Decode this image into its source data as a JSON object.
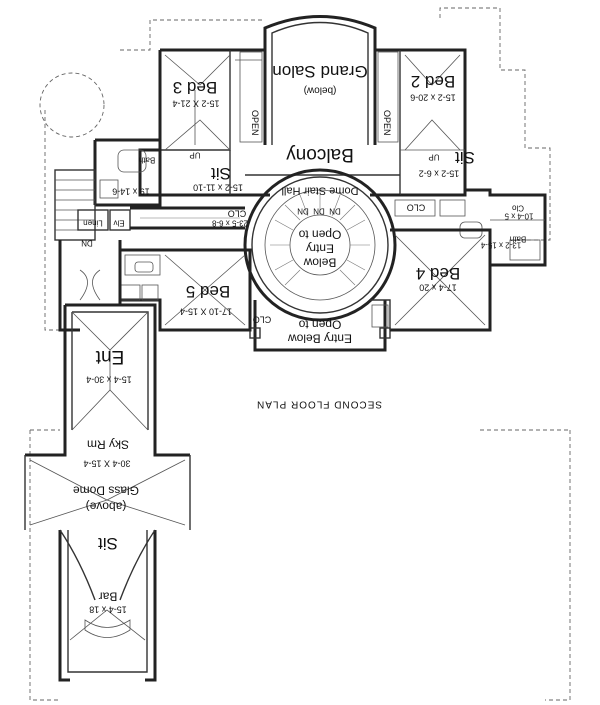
{
  "plan": {
    "title": "SECOND FLOOR PLAN",
    "rooms": {
      "grand_salon": {
        "name": "Grand Salon",
        "note": "(below)"
      },
      "balcony": {
        "name": "Balcony"
      },
      "bed2": {
        "name": "Bed 2",
        "dim": "15-2 x 20-6"
      },
      "bed3": {
        "name": "Bed 3",
        "dim": "15-2 X 21-4"
      },
      "sit_left": {
        "name": "Sit",
        "dim": "15-2 x 11-10"
      },
      "sit_right": {
        "name": "Sit",
        "dim": "15-2 x 6-2"
      },
      "dome_stair_hall": {
        "name": "Dome Stair Hall"
      },
      "open_entry_top": {
        "line1": "Open to",
        "line2": "Entry",
        "line3": "Below"
      },
      "open_entry_bottom": {
        "line1": "Open to",
        "line2": "Entry Below"
      },
      "bed4": {
        "name": "Bed 4",
        "dim": "17-4 x 20"
      },
      "bed5": {
        "name": "Bed 5",
        "dim": "17-10 X 15-4"
      },
      "clo_hall": {
        "name": "CLO",
        "dim": "23-5 x 6-8"
      },
      "clo_bed5": {
        "name": "CLO"
      },
      "clo_bed4": {
        "name": "CLO"
      },
      "ent": {
        "name": "Ent",
        "dim": "15-4 x 30-4"
      },
      "sky_rm": {
        "name": "Sky Rm",
        "dim": "30-4 X 15-4"
      },
      "glass_dome": {
        "name": "Glass Dome",
        "note": "(above)"
      },
      "sit_lower": {
        "name": "Sit"
      },
      "bar": {
        "name": "Bar",
        "dim": "15-4 x 18"
      },
      "bath_left": {
        "name": "Bath",
        "dim": "19 x 14-6"
      },
      "bath_right": {
        "name": "Bath",
        "dim": "13-2 x 15-4"
      },
      "clo_right": {
        "name": "Clo",
        "dim": "10-4 x 5"
      },
      "linen": {
        "name": "Linen"
      },
      "elv": {
        "name": "Elv"
      }
    },
    "markers": {
      "open_left": "OPEN",
      "open_right": "OPEN",
      "dn1": "DN",
      "dn2": "DN",
      "dn3": "DN",
      "dn_left": "DN",
      "up1": "UP",
      "up2": "UP"
    }
  }
}
